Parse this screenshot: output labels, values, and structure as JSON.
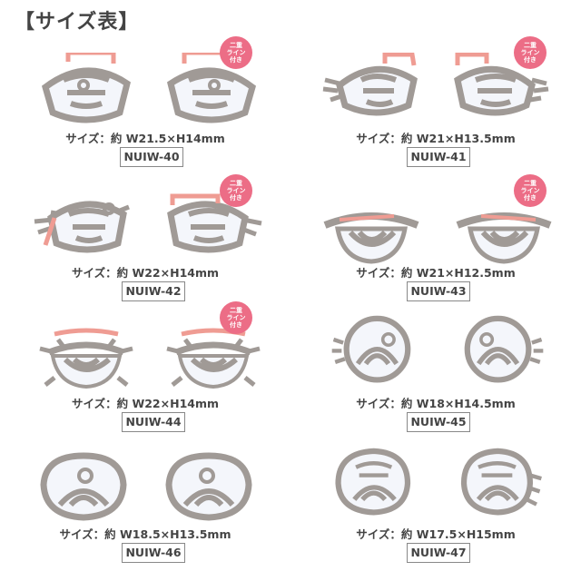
{
  "title": "【サイズ表】",
  "badge_lines": [
    "二重",
    "ライン",
    "付き"
  ],
  "colors": {
    "gray": "#a09a96",
    "pink": "#ef9c93",
    "white": "#f4f6fb",
    "badge": "#ec6d86"
  },
  "items": [
    {
      "code": "NUIW-40",
      "size": "サイズ：約 W21.5×H14mm"
    },
    {
      "code": "NUIW-41",
      "size": "サイズ：約 W21×H13.5mm"
    },
    {
      "code": "NUIW-42",
      "size": "サイズ：約 W22×H14mm"
    },
    {
      "code": "NUIW-43",
      "size": "サイズ：約 W21×H12.5mm"
    },
    {
      "code": "NUIW-44",
      "size": "サイズ：約 W22×H14mm"
    },
    {
      "code": "NUIW-45",
      "size": "サイズ：約 W18×H14.5mm"
    },
    {
      "code": "NUIW-46",
      "size": "サイズ：約 W18.5×H13.5mm"
    },
    {
      "code": "NUIW-47",
      "size": "サイズ：約 W17.5×H15mm"
    }
  ]
}
